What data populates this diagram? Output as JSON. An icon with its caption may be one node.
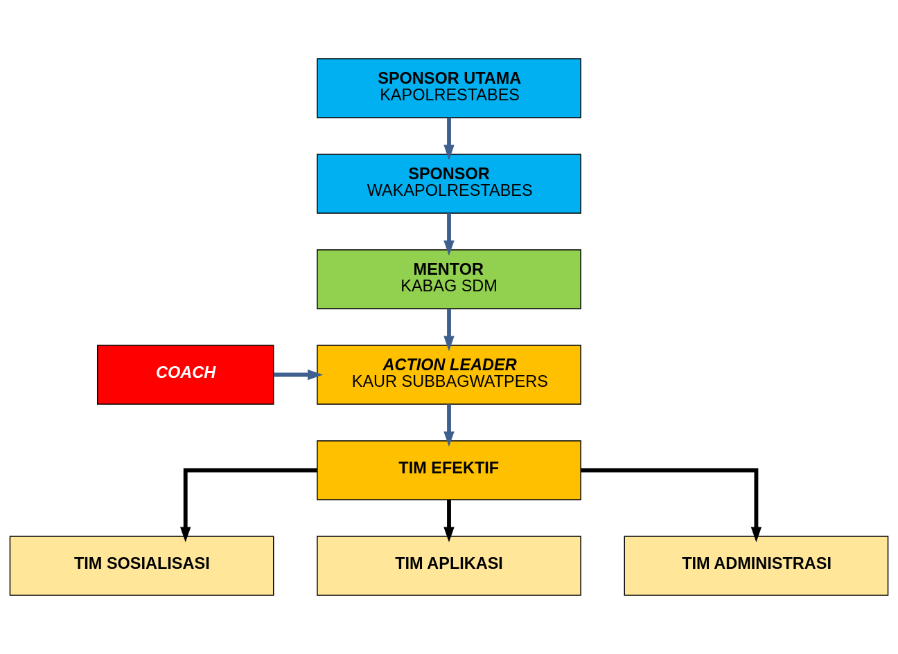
{
  "diagram": {
    "nodes": [
      {
        "text": [
          "SPONSOR UTAMA",
          "KAPOLRESTABES"
        ]
      },
      {
        "text": [
          "SPONSOR",
          "WAKAPOLRESTABES"
        ]
      },
      {
        "text": [
          "MENTOR",
          "KABAG SDM"
        ]
      },
      {
        "text": [
          "COACH"
        ]
      },
      {
        "text": [
          "ACTION LEADER",
          "KAUR SUBBAGWATPERS"
        ]
      },
      {
        "text": [
          "TIM EFEKTIF"
        ]
      },
      {
        "text": [
          "TIM SOSIALISASI"
        ]
      },
      {
        "text": [
          "TIM APLIKASI"
        ]
      },
      {
        "text": [
          "TIM ADMINISTRASI"
        ]
      }
    ],
    "edges": [
      {
        "from": 0,
        "to": 1,
        "arrow": "to"
      },
      {
        "from": 1,
        "to": 2,
        "arrow": "to"
      },
      {
        "from": 2,
        "to": 4,
        "arrow": "to"
      },
      {
        "from": 3,
        "to": 4,
        "arrow": "to"
      },
      {
        "from": 4,
        "to": 5,
        "arrow": "to"
      },
      {
        "from": 5,
        "to": 6,
        "arrow": "to",
        "color": "#000000"
      },
      {
        "from": 5,
        "to": 7,
        "arrow": "to",
        "color": "#000000"
      },
      {
        "from": 5,
        "to": 8,
        "arrow": "to",
        "color": "#000000"
      }
    ]
  }
}
